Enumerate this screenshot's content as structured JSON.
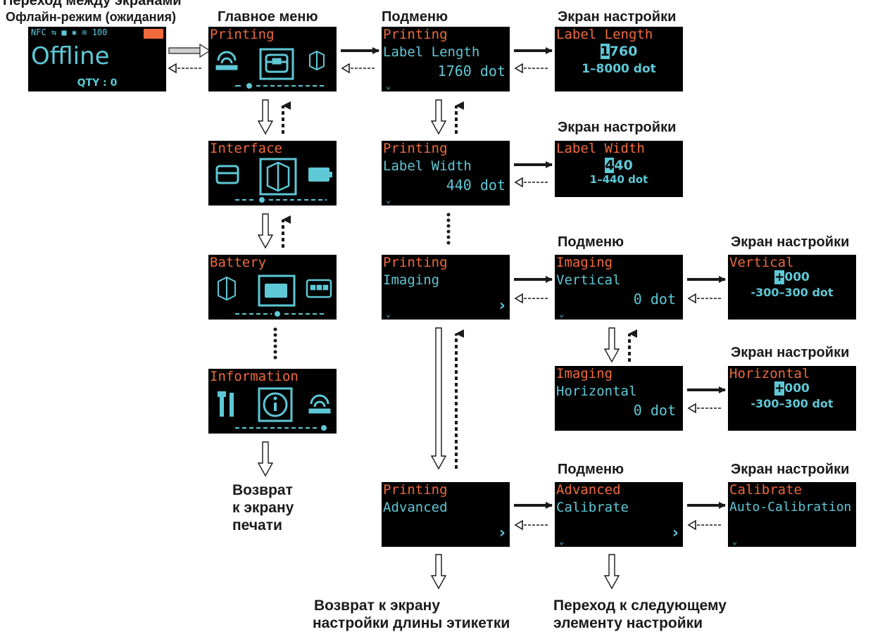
{
  "headers": {
    "transitions": "Переход между экранами",
    "offline_mode": "Офлайн-режим (ожидания)",
    "main_menu": "Главное меню",
    "submenu_1": "Подменю",
    "setting_1": "Экран настройки",
    "setting_2": "Экран настройки",
    "submenu_2": "Подменю",
    "setting_3": "Экран настройки",
    "setting_4": "Экран настройки",
    "submenu_3": "Подменю",
    "setting_5": "Экран настройки"
  },
  "offline_screen": {
    "status_text": "NFC ⇆ ■ ✱ ≋ 100",
    "title": "Offline",
    "qty": "QTY : 0"
  },
  "main_menu": {
    "items": [
      {
        "title": "Printing"
      },
      {
        "title": "Interface"
      },
      {
        "title": "Battery"
      },
      {
        "title": "Information"
      }
    ]
  },
  "submenus": {
    "label_length": {
      "title": "Printing",
      "item": "Label Length",
      "value": "1760 dot"
    },
    "label_width": {
      "title": "Printing",
      "item": "Label Width",
      "value": "440 dot"
    },
    "imaging": {
      "title": "Printing",
      "item": "Imaging"
    },
    "advanced": {
      "title": "Printing",
      "item": "Advanced"
    },
    "vertical": {
      "title": "Imaging",
      "item": "Vertical",
      "value": "0 dot"
    },
    "horizontal": {
      "title": "Imaging",
      "item": "Horizontal",
      "value": "0 dot"
    },
    "calibrate": {
      "title": "Advanced",
      "item": "Calibrate"
    }
  },
  "settings": {
    "label_length": {
      "title": "Label Length",
      "cursor": "1",
      "rest": "760",
      "range": "1–8000 dot"
    },
    "label_width": {
      "title": "Label Width",
      "cursor": "4",
      "rest": "40",
      "range": "1–440 dot"
    },
    "vertical": {
      "title": "Vertical",
      "cursor": "+",
      "rest": "000",
      "range": "-300–300 dot"
    },
    "horizontal": {
      "title": "Horizontal",
      "cursor": "+",
      "rest": "000",
      "range": "-300–300 dot"
    },
    "calibrate": {
      "title": "Calibrate",
      "item": "Auto-Calibration"
    }
  },
  "notes": {
    "return_print_1": "Возврат",
    "return_print_2": "к экрану",
    "return_print_3": "печати",
    "return_length_1": "Возврат к экрану",
    "return_length_2": "настройки длины этикетки",
    "next_item_1": "Переход к следующему",
    "next_item_2": "элементу настройки"
  },
  "colors": {
    "screen_bg": "#000000",
    "title_orange": "#ee6a3c",
    "text_cyan": "#5ec8d6",
    "battery_orange": "#ee6a3c"
  },
  "icons": {
    "connector": "arrows",
    "wifi": "wifi-icon",
    "printer": "printer-icon",
    "bluetooth_box": "bluetooth-box-icon",
    "battery": "battery-icon",
    "keyboard": "keyboard-icon",
    "tools": "tools-icon",
    "info": "info-icon"
  }
}
